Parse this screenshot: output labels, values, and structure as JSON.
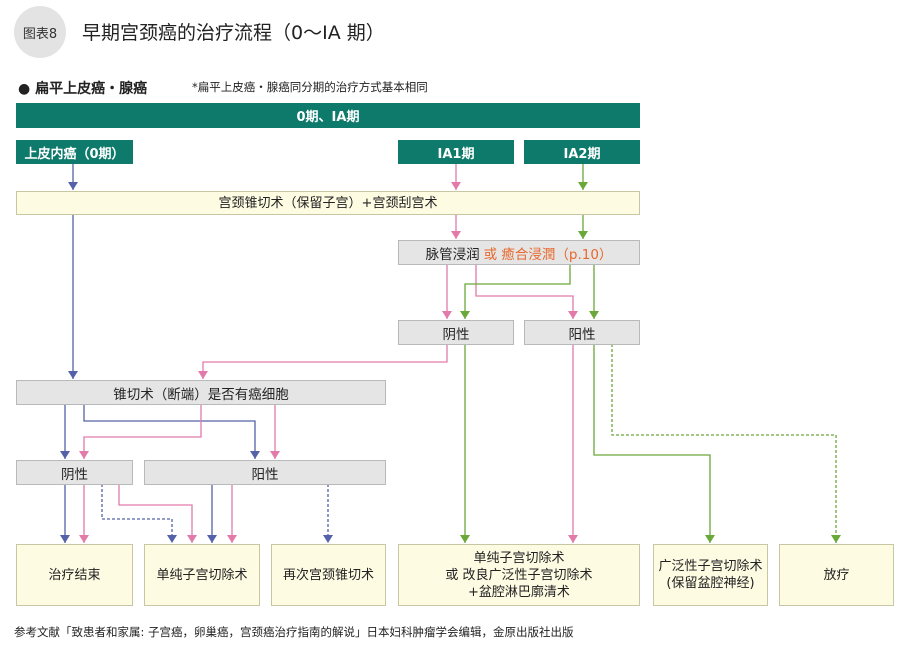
{
  "header": {
    "badge": "图表8",
    "title": "早期宫颈癌的治疗流程（0～ⅠA 期）"
  },
  "section": {
    "label": "● 扁平上皮癌・腺癌",
    "note": "*扁平上皮癌・腺癌同分期的治疗方式基本相同"
  },
  "stage_bar": "0期、IA期",
  "stages": {
    "s0": "上皮内癌（0期）",
    "ia1": "ⅠA1期",
    "ia2": "ⅠA2期"
  },
  "conization": "宫颈锥切术（保留子宫）+宫颈刮宫术",
  "invasion": {
    "text": "脉管浸润",
    "highlight": "或 癒合浸潤（p.10）"
  },
  "right_neg": "阴性",
  "right_pos": "阳性",
  "margin": "锥切术（断端）是否有癌细胞",
  "left_neg": "阴性",
  "left_pos": "阳性",
  "outcomes": [
    "治疗结束",
    "单纯子宫切除术",
    "再次宫颈锥切术",
    "单纯子宫切除术\n或 改良广泛性子宫切除术\n+盆腔淋巴廓清术",
    "广泛性子宫切除术\n(保留盆腔神经)",
    "放疗"
  ],
  "footer": "参考文献「致患者和家属: 子宫癌，卵巢癌，宫颈癌治疗指南的解说」日本妇科肿瘤学会编辑，金原出版社出版",
  "colors": {
    "teal": "#0d7a6c",
    "blue": "#5561a8",
    "pink": "#e27aaa",
    "green": "#6aa83a",
    "orange": "#e8672c"
  }
}
